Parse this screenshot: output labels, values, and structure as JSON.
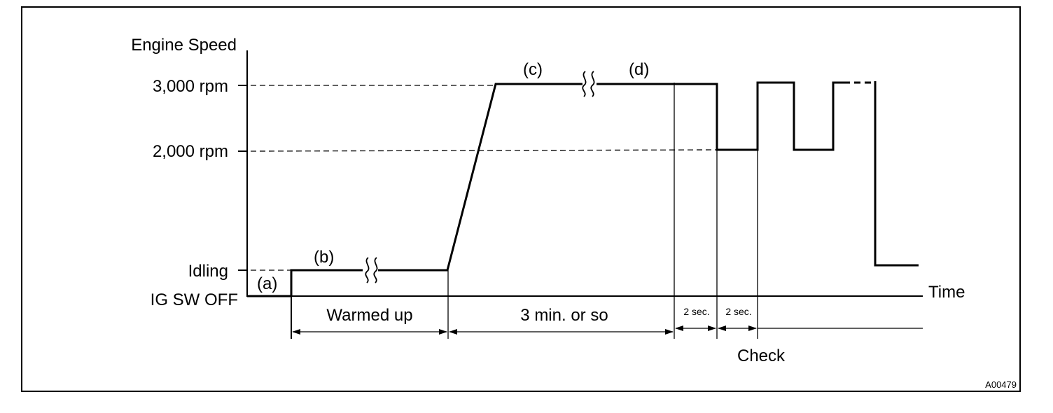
{
  "y_axis": {
    "title": "Engine Speed",
    "levels": [
      "3,000 rpm",
      "2,000 rpm",
      "Idling",
      "IG SW OFF"
    ]
  },
  "x_axis": {
    "title": "Time"
  },
  "phase_labels": [
    "(a)",
    "(b)",
    "(c)",
    "(d)"
  ],
  "intervals": {
    "warmed_up": "Warmed up",
    "three_min": "3 min. or so",
    "two_sec_1": "2 sec.",
    "two_sec_2": "2 sec.",
    "check": "Check"
  },
  "figure_code": "A00479"
}
